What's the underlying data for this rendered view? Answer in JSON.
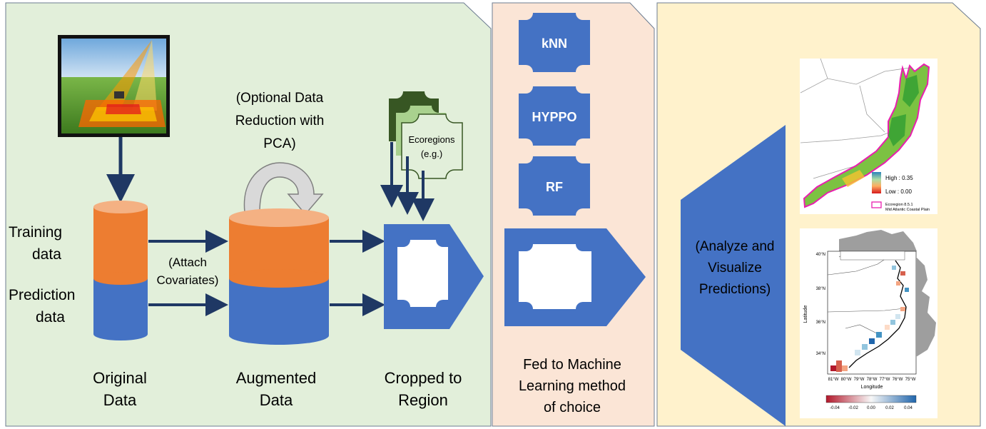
{
  "colors": {
    "panel_green": "#e2efda",
    "panel_peach": "#fbe5d6",
    "panel_yellow": "#fff2cc",
    "blue": "#4472c4",
    "orange": "#ed7d31",
    "navy": "#1f3864",
    "ecoregion_dark": "#375623",
    "ecoregion_mid": "#a9d18e",
    "ecoregion_light": "#e2efda"
  },
  "panel1": {
    "training_label_line1": "Training",
    "training_label_line2": "data",
    "prediction_label_line1": "Prediction",
    "prediction_label_line2": "data",
    "attach_line1": "(Attach",
    "attach_line2": "Covariates)",
    "pca_line1": "(Optional Data",
    "pca_line2": "Reduction with",
    "pca_line3": "PCA)",
    "ecoregions_line1": "Ecoregions",
    "ecoregions_line2": "(e.g.)",
    "original_line1": "Original",
    "original_line2": "Data",
    "augmented_line1": "Augmented",
    "augmented_line2": "Data",
    "cropped_line1": "Cropped to",
    "cropped_line2": "Region"
  },
  "panel2": {
    "methods": [
      "kNN",
      "HYPPO",
      "RF"
    ],
    "fed_line1": "Fed to Machine",
    "fed_line2": "Learning method",
    "fed_line3": "of choice"
  },
  "panel3": {
    "analyze_line1": "(Analyze and",
    "analyze_line2": "Visualize",
    "analyze_line3": "Predictions)",
    "map1_legend_high": "High : 0.35",
    "map1_legend_low": "Low : 0.00",
    "map1_legend_eco_line1": "Ecoregion 8.5.1",
    "map1_legend_eco_line2": "Mid Atlantic Coastal Plain",
    "map2_ylabel": "Latitude",
    "map2_xlabel": "Longitude",
    "map2_lat_ticks": [
      "40°N",
      "38°N",
      "36°N",
      "34°N"
    ],
    "map2_lon_ticks": [
      "81°W",
      "80°W",
      "79°W",
      "78°W",
      "77°W",
      "76°W",
      "75°W"
    ],
    "map2_colorbar_ticks": [
      "-0.04",
      "-0.02",
      "0.00",
      "0.02",
      "0.04"
    ]
  }
}
